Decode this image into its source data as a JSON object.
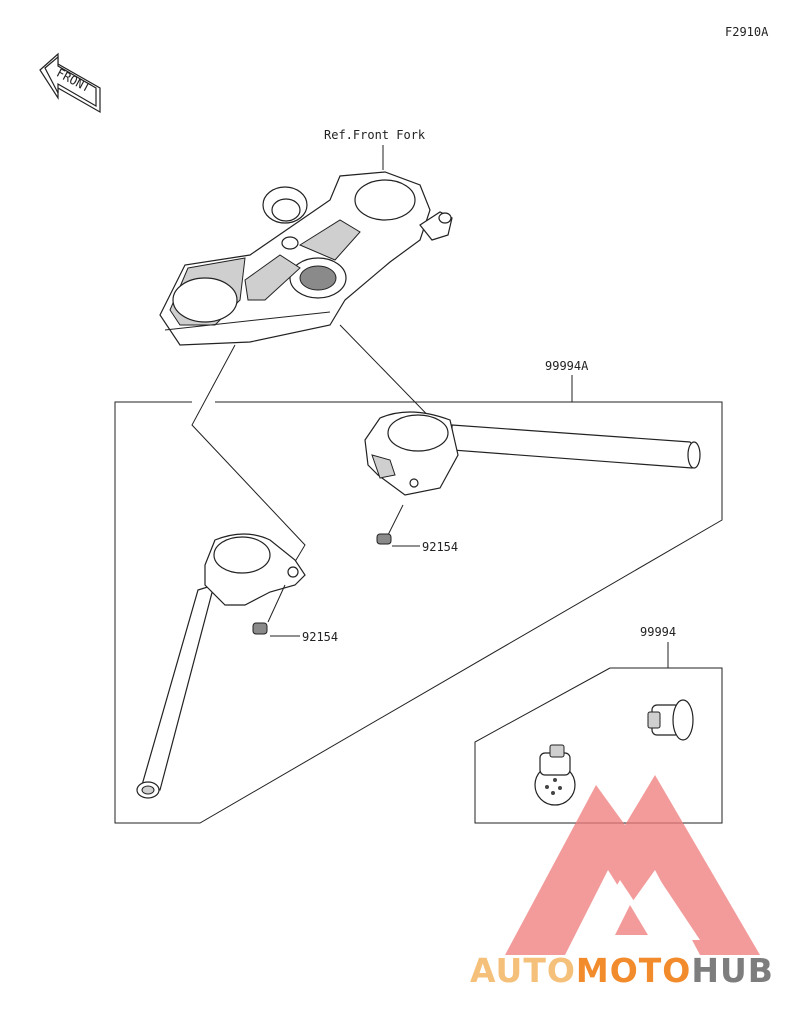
{
  "figure_id": "F2910A",
  "front_arrow_label": "FRONT",
  "labels": {
    "ref_front_fork": "Ref.Front Fork",
    "kit_handlebar": "99994A",
    "bolt_upper": "92154",
    "bolt_lower": "92154",
    "kit_bar_end": "99994"
  },
  "watermark": {
    "part1": "AUTO",
    "part2": "MOTO",
    "part3": "HUB",
    "color_light": "#f5c07a",
    "color_orange": "#f28b2b",
    "color_gray": "#7d7d7d",
    "logo_color": "#f07a7a"
  }
}
